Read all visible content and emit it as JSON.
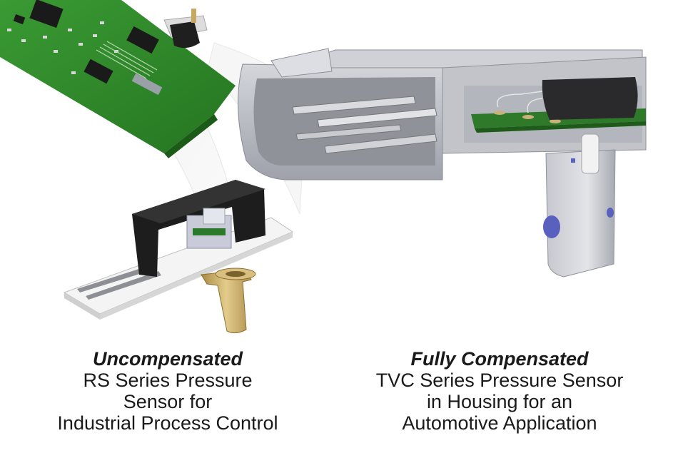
{
  "captions": {
    "left": {
      "title": "Uncompensated",
      "lines": [
        "RS Series Pressure",
        "Sensor for",
        "Industrial Process Control"
      ]
    },
    "right": {
      "title": "Fully Compensated",
      "lines": [
        "TVC Series Pressure Sensor",
        "in Housing for an",
        "Automotive Application"
      ]
    }
  },
  "colors": {
    "pcb_green": "#2f8a2a",
    "housing_gray": "#b9bcc4",
    "sensor_black": "#1c1c1c",
    "brass_port": "#c9aa63",
    "o_ring_blue": "#6065c0"
  }
}
